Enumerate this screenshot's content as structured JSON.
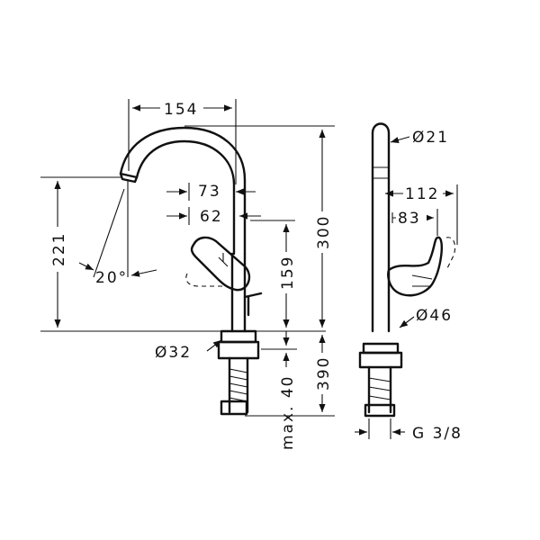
{
  "labels": {
    "d154": "154",
    "d73": "73",
    "d62": "62",
    "d221": "221",
    "d20deg": "20°",
    "d159": "159",
    "d300": "300",
    "d390": "390",
    "dmax40": "max. 40",
    "d32": "Ø32",
    "d21": "Ø21",
    "d112": "112",
    "d83": "83",
    "d46": "Ø46",
    "g38": "G 3/8"
  },
  "colors": {
    "line": "#111111",
    "background": "#ffffff"
  }
}
